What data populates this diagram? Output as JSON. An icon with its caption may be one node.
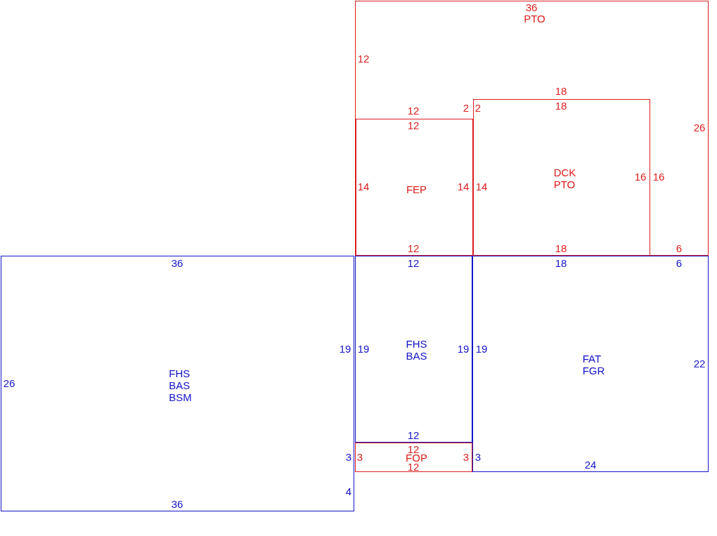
{
  "diagram": {
    "nodes": [
      {
        "text": [
          "PTO"
        ]
      },
      {
        "text": [
          "FEP"
        ],
        "in": 0
      },
      {
        "text": [
          "DCK PTO"
        ],
        "in": 0
      },
      {
        "text": [
          "FHS BAS BSM"
        ]
      },
      {
        "text": [
          "FHS BAS"
        ]
      },
      {
        "text": [
          "FAT FGR"
        ]
      },
      {
        "text": [
          "FOP"
        ]
      }
    ],
    "edges": [],
    "labels": [
      "36",
      "12",
      "18",
      "12",
      "2",
      "2",
      "18",
      "12",
      "26",
      "16",
      "16",
      "14",
      "14",
      "14",
      "12",
      "18",
      "6",
      "36",
      "12",
      "18",
      "6",
      "19",
      "19",
      "19",
      "19",
      "22",
      "26",
      "12",
      "12",
      "3",
      "3",
      "3",
      "3",
      "12",
      "24",
      "4",
      "36"
    ]
  }
}
